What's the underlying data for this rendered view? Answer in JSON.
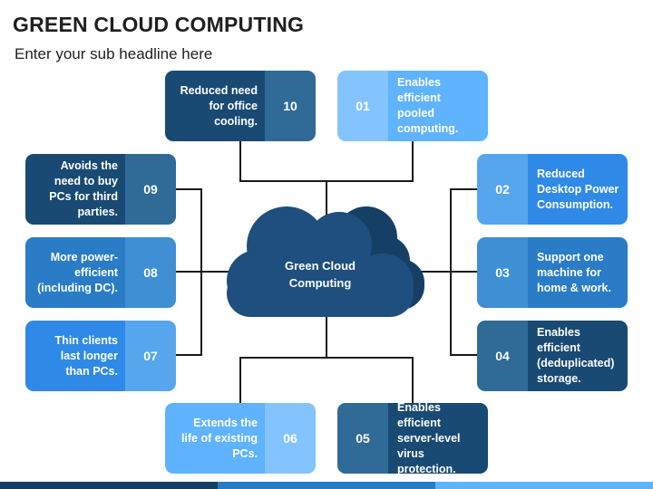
{
  "title": "GREEN CLOUD COMPUTING",
  "subtitle": "Enter your sub headline here",
  "center": {
    "line1": "Green Cloud",
    "line2": "Computing"
  },
  "colors": {
    "dark": "#194a73",
    "dark_num": "#2f6b96",
    "navy": "#1d4f7d",
    "mid": "#2a7cc6",
    "mid_num": "#3e8fd4",
    "bright": "#2e8ae6",
    "bright_num": "#56a6ee",
    "light": "#5fb3ff",
    "light_num": "#83c4ff",
    "cloud_dark": "#163f66",
    "cloud_main": "#1e4f7e",
    "line": "#1a1a1a"
  },
  "items": [
    {
      "num": "01",
      "text": "Enables efficient pooled computing."
    },
    {
      "num": "02",
      "text": "Reduced Desktop Power Consumption."
    },
    {
      "num": "03",
      "text": "Support one machine for home & work."
    },
    {
      "num": "04",
      "text": "Enables efficient (deduplicated) storage."
    },
    {
      "num": "05",
      "text": "Enables efficient server-level virus protection."
    },
    {
      "num": "06",
      "text": "Extends the life of existing PCs."
    },
    {
      "num": "07",
      "text": "Thin clients last longer than PCs."
    },
    {
      "num": "08",
      "text": "More power-efficient (including DC)."
    },
    {
      "num": "09",
      "text": "Avoids the need to buy PCs for third parties."
    },
    {
      "num": "10",
      "text": "Reduced need for office cooling."
    }
  ]
}
